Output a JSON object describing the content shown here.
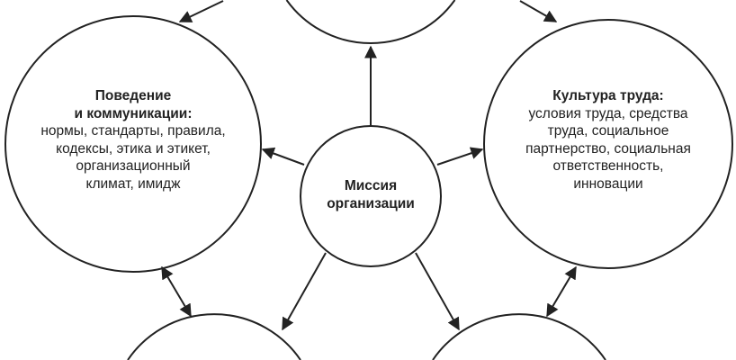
{
  "left_node": {
    "title": "Поведение и коммуникации:",
    "title_line1": "Поведение",
    "title_line2": "и коммуникации:",
    "lines": [
      "нормы, стандарты, правила,",
      "кодексы, этика и этикет,",
      "организационный",
      "климат, имидж"
    ]
  },
  "right_node": {
    "title": "Культура труда:",
    "lines": [
      "условия труда, средства",
      "труда, социальное",
      "партнерство, социальная",
      "ответственность,",
      "инновации"
    ]
  },
  "center_node": {
    "title_line1": "Миссия",
    "title_line2": "организации"
  },
  "colors": {
    "stroke": "#222222",
    "background": "#ffffff"
  }
}
